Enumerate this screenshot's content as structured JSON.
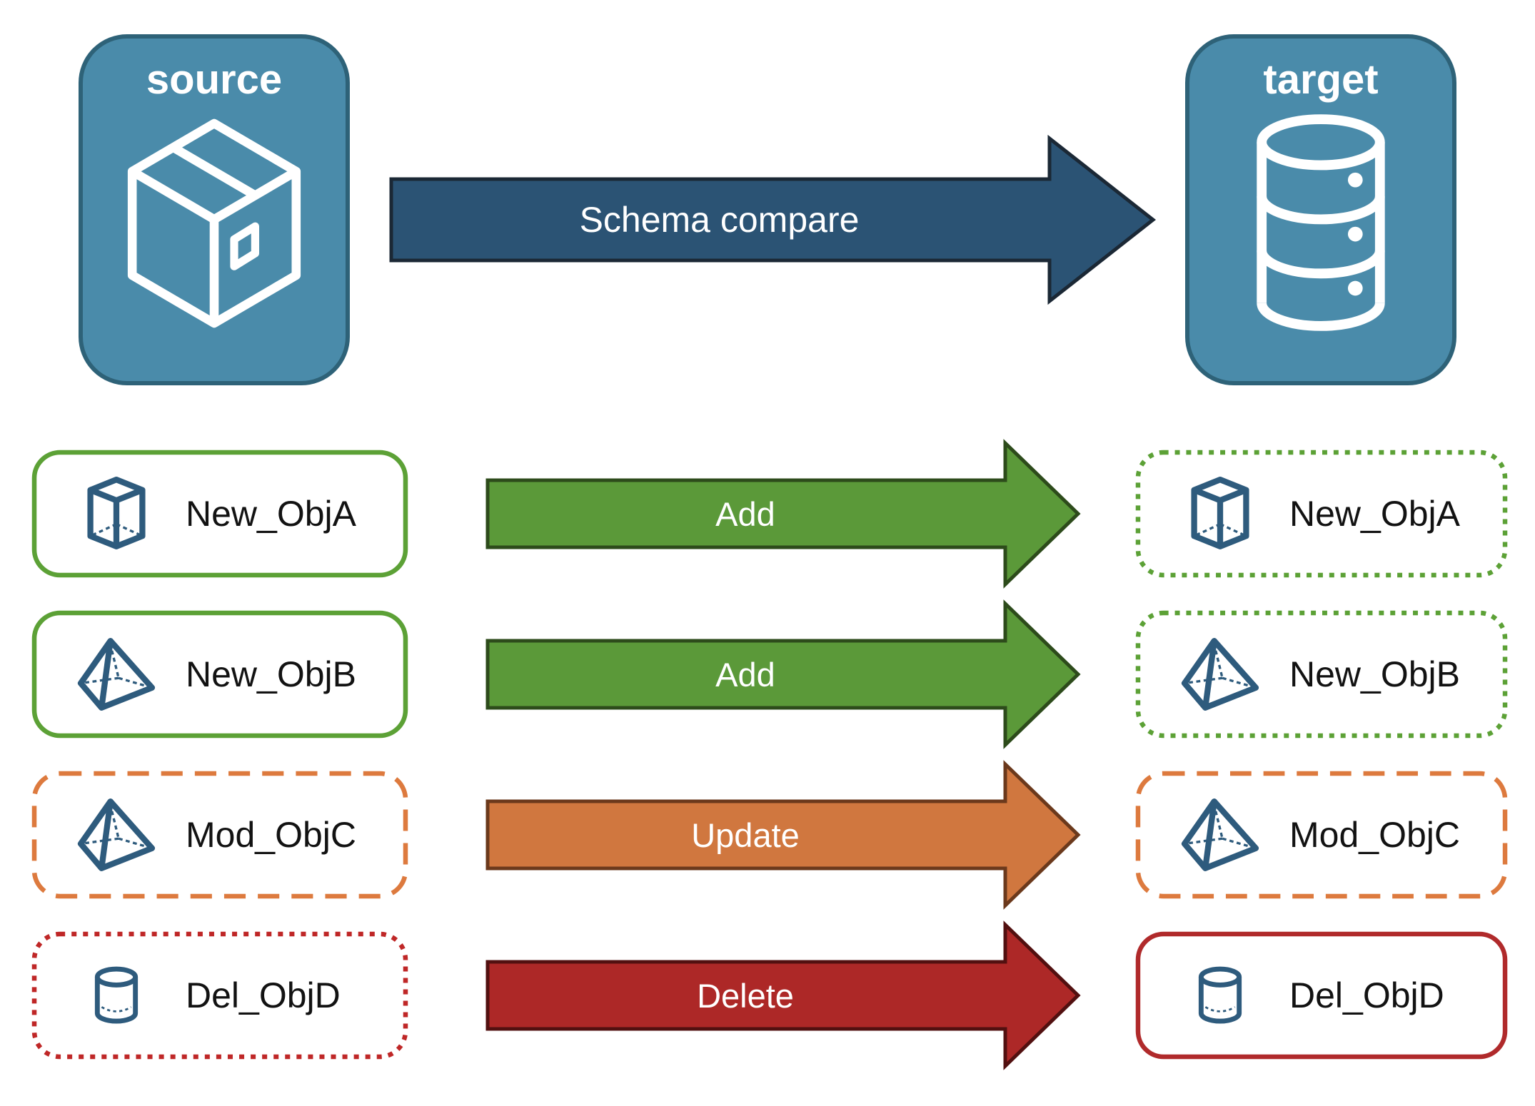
{
  "nodes": {
    "source_label": "source",
    "target_label": "target"
  },
  "compare_arrow": {
    "label": "Schema compare"
  },
  "rows": [
    {
      "label": "New_ObjA",
      "action": "Add",
      "change_type": "added",
      "icon": "cube",
      "source_border": "solid-green",
      "target_border": "dotted-green"
    },
    {
      "label": "New_ObjB",
      "action": "Add",
      "change_type": "added",
      "icon": "pyramid",
      "source_border": "solid-green",
      "target_border": "dotted-green"
    },
    {
      "label": "Mod_ObjC",
      "action": "Update",
      "change_type": "modified",
      "icon": "pyramid",
      "source_border": "dashed-orange",
      "target_border": "dashed-orange"
    },
    {
      "label": "Del_ObjD",
      "action": "Delete",
      "change_type": "deleted",
      "icon": "cylinder",
      "source_border": "dotted-red",
      "target_border": "solid-red"
    }
  ],
  "colors": {
    "background": "#FFFFFF",
    "node_fill": "#4A8BAA",
    "node_border": "#2E6278",
    "compare_fill": "#2B5374",
    "compare_stroke": "#1B2835",
    "add_fill": "#5B9939",
    "add_stroke": "#2D4B1B",
    "update_fill": "#D0773F",
    "update_stroke": "#6B391C",
    "delete_fill": "#AD2827",
    "delete_stroke": "#521010",
    "added_border": "#5CA136",
    "modified_border": "#DD7A3E",
    "deleted_border": "#BF2727",
    "delete_target_border": "#B02A2B",
    "icon_ink": "#2E5B7D",
    "icon_white": "#FFFFFF",
    "label_text": "#121212",
    "arrow_text": "#FFFFFF"
  }
}
